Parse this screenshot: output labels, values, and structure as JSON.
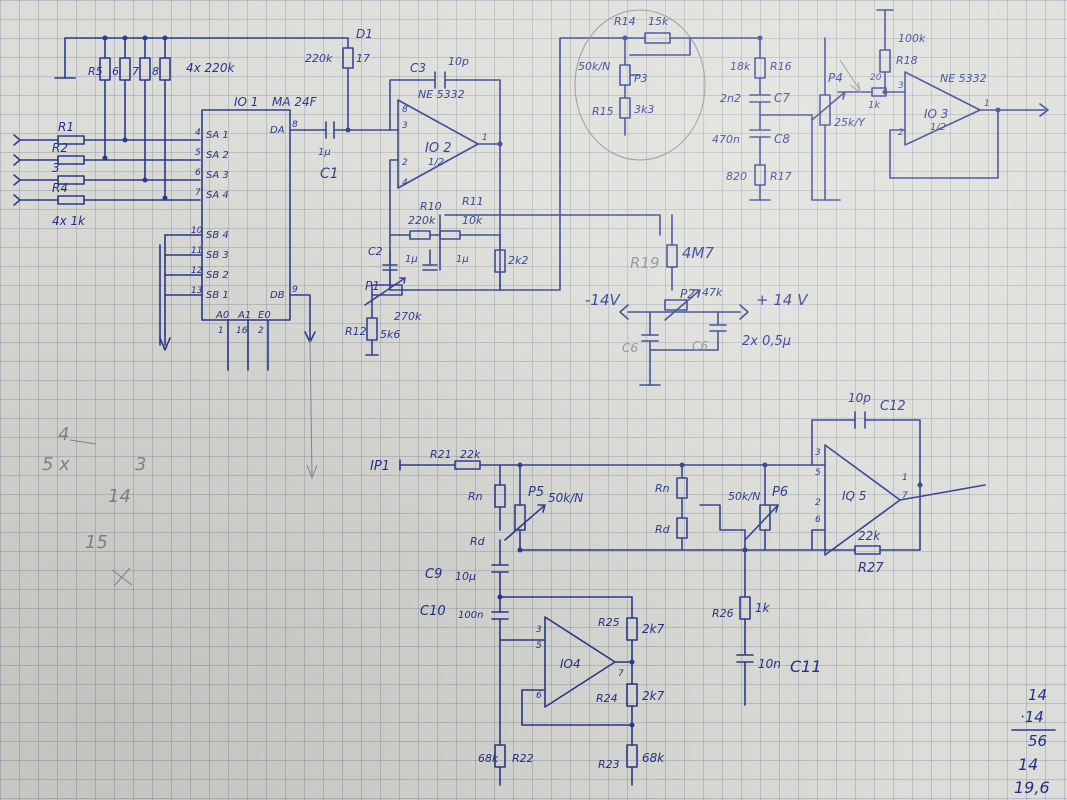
{
  "sheet": {
    "labels": {
      "r5": "R5",
      "r6": "6",
      "r7": "7",
      "r8": "8",
      "res4x220k": "4x 220k",
      "r1": "R1",
      "r2": "R2",
      "r3": "3",
      "r4": "R4",
      "res4x1k": "4x 1k",
      "d1": "D1",
      "r17": "17",
      "r220k": "220k",
      "io1": "IO 1",
      "ma24f": "MA 24F",
      "sa1": "SA 1",
      "sa2": "SA 2",
      "sa3": "SA 3",
      "sa4": "SA 4",
      "sb4": "SB 4",
      "sb3": "SB 3",
      "sb2": "SB 2",
      "sb1": "SB 1",
      "da": "DA",
      "db": "DB",
      "a0": "A0",
      "a1": "A1",
      "e0": "E0",
      "pin4": "4",
      "pin5": "5",
      "pin6": "6",
      "pin7": "7",
      "pin10": "10",
      "pin11": "11",
      "pin12": "12",
      "pin13": "13",
      "pin8": "8",
      "pin9": "9",
      "pin1": "1",
      "pin16": "16",
      "pin2": "2",
      "c1": "C1",
      "c1v": "1µ",
      "c3": "C3",
      "c3v": "10p",
      "ne5332a": "NE 5332",
      "io2": "IO 2",
      "half": "1/2",
      "op2p3": "3",
      "op2p2": "2",
      "op2p8": "8",
      "op2p4": "4",
      "op2p1": "1",
      "r10": "R10",
      "r11": "R11",
      "v220k": "220k",
      "v10k": "10k",
      "c2": "C2",
      "c2v": "1µ",
      "c5v": "1µ",
      "r2k2": "2k2",
      "p1": "P1",
      "p1v": "270k",
      "r12": "R12",
      "r12v": "5k6",
      "r14": "R14",
      "r14v": "15k",
      "p3v": "50k/N",
      "p3": "P3",
      "r15": "R15",
      "r15v": "3k3",
      "r16v": "18k",
      "r16": "R16",
      "c7v": "2n2",
      "c7": "C7",
      "c8v": "470n",
      "c8": "C8",
      "r17v": "820",
      "r17b": "R17",
      "p4": "P4",
      "p4v": "25k/Y",
      "r20": "20",
      "r1k": "1k",
      "r18v": "100k",
      "r18": "R18",
      "ne5332b": "NE 5332",
      "io3": "IO 3",
      "half3": "1/2",
      "op3p3": "3",
      "op3p2": "2",
      "op3p1": "1",
      "r19": "R19",
      "r19v": "4M7",
      "p2": "P2",
      "p2v": "47k",
      "m14": "-14V",
      "p14": "+ 14 V",
      "c6": "C6",
      "c6b": "C6",
      "c2x": "2x 0,5µ",
      "ip1": "IP1",
      "r21": "R21",
      "r21v": "22k",
      "rn1": "Rn",
      "rd1": "Rd",
      "p5": "P5",
      "p5v": "50k/N",
      "c9": "C9",
      "c9v": "10µ",
      "c10": "C10",
      "c10v": "100n",
      "r25": "R25",
      "r25v": "2k7",
      "io4": "IO4",
      "op4p3": "3",
      "op4p5": "5",
      "op4p6": "6",
      "op4p7": "7",
      "r24": "R24",
      "r24v": "2k7",
      "r22v": "68k",
      "r22": "R22",
      "r23": "R23",
      "r23v": "68k",
      "rn2": "Rn",
      "rd2": "Rd",
      "p6v": "50k/N",
      "p6": "P6",
      "r26": "R26",
      "r26v": "1k",
      "c11v": "10n",
      "c11": "C11",
      "c12p": "10p",
      "c12": "C12",
      "io5": "IQ 5",
      "op5p3": "3",
      "op5p5": "5",
      "op5p2": "2",
      "op5p6": "6",
      "op5p1": "1",
      "op5p7": "7",
      "r27v": "22k",
      "r27": "R27"
    },
    "notes": {
      "n4": "4",
      "n5x": "5 x",
      "n3": "3",
      "n14": "14",
      "n15": "15",
      "calc1": "14",
      "calc2": "·14",
      "calc3": "56",
      "calc4": "14",
      "calc5": "19,6"
    }
  }
}
